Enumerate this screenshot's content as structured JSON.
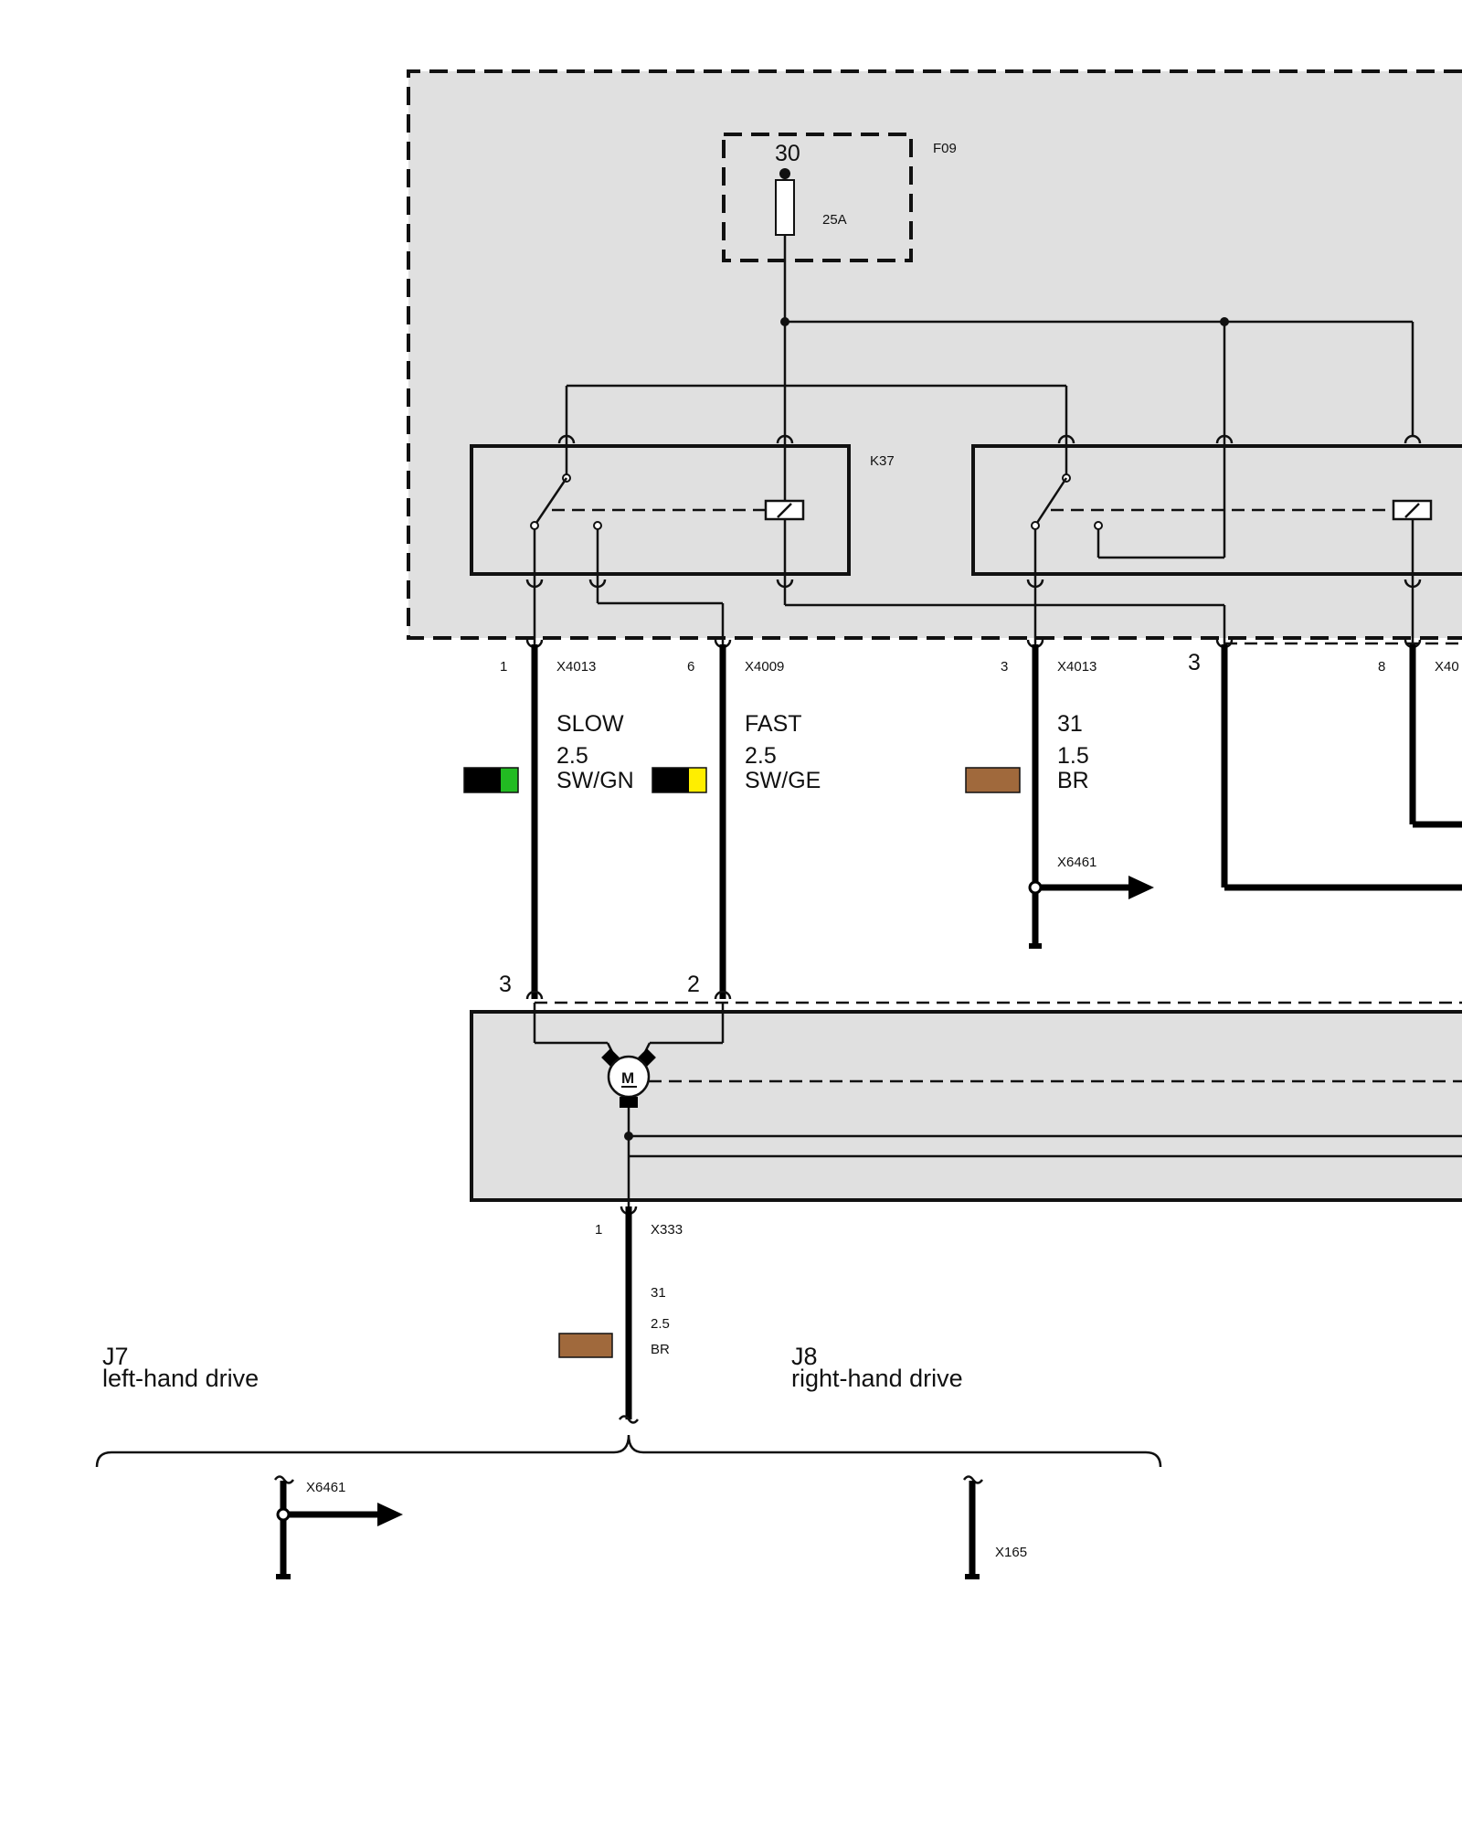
{
  "fuse": {
    "terminal": "30",
    "id": "F09",
    "rating": "25A"
  },
  "relays": {
    "k37": "K37"
  },
  "wires": {
    "slow": {
      "pin": "1",
      "connector": "X4013",
      "signal": "SLOW",
      "size": "2.5",
      "color_code": "SW/GN",
      "colors": [
        "#000000",
        "#22bb22"
      ]
    },
    "fast": {
      "pin": "6",
      "connector": "X4009",
      "signal": "FAST",
      "size": "2.5",
      "color_code": "SW/GE",
      "colors": [
        "#000000",
        "#ffee00"
      ]
    },
    "ground_mid": {
      "pin": "3",
      "connector": "X4013",
      "signal": "31",
      "size": "1.5",
      "color_code": "BR",
      "colors": [
        "#a0693c"
      ],
      "splice": "X6461"
    },
    "right_a": {
      "pin": "3"
    },
    "right_b": {
      "pin": "8",
      "connector": "X40"
    }
  },
  "motor": {
    "pin_slow": "3",
    "pin_fast": "2",
    "symbol": "M"
  },
  "motor_ground": {
    "pin": "1",
    "connector": "X333",
    "signal": "31",
    "size": "2.5",
    "color_code": "BR",
    "colors": [
      "#a0693c"
    ]
  },
  "variants": {
    "j7": {
      "code": "J7",
      "label": "left-hand drive",
      "splice": "X6461"
    },
    "j8": {
      "code": "J8",
      "label": "right-hand drive",
      "ground": "X165"
    }
  }
}
